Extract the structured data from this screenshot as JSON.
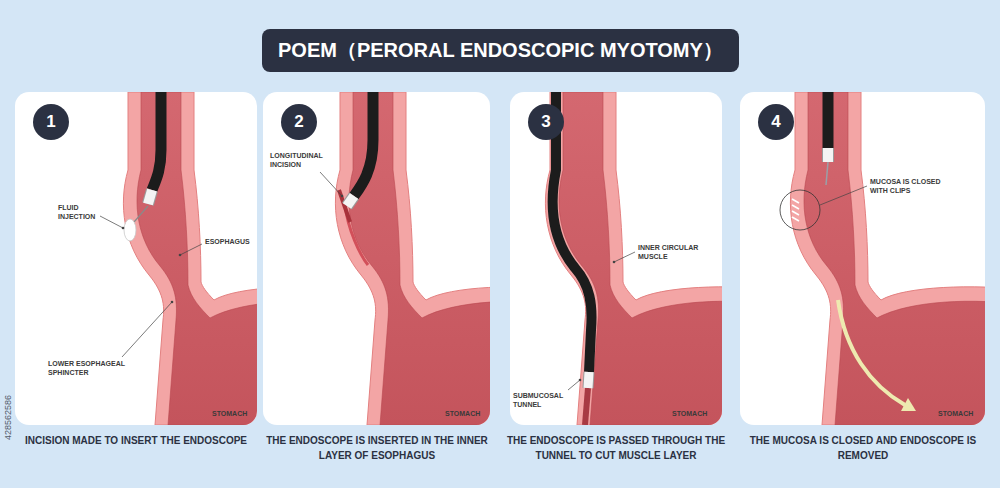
{
  "diagram": {
    "title": "POEM（PERORAL ENDOSCOPIC MYOTOMY）",
    "nodes": [
      {
        "text": [
          "INCISION MADE TO INSERT THE ENDOSCOPE"
        ]
      },
      {
        "text": [
          "1"
        ],
        "in": 0
      },
      {
        "text": [
          "THE ENDOSCOPE IS INSERTED IN THE INNER LAYER OF ESOPHAGUS"
        ]
      },
      {
        "text": [
          "2"
        ],
        "in": 2
      },
      {
        "text": [
          "THE ENDOSCOPE IS PASSED THROUGH THE TUNNEL TO CUT MUSCLE LAYER"
        ]
      },
      {
        "text": [
          "3"
        ],
        "in": 4
      },
      {
        "text": [
          "THE MUCOSA IS CLOSED AND ENDOSCOPE IS REMOVED"
        ]
      },
      {
        "text": [
          "4"
        ],
        "in": 6
      }
    ],
    "labels": [
      "FLUID INJECTION",
      "ESOPHAGUS",
      "LOWER ESOPHAGEAL SPHINCTER",
      "STOMACH",
      "LONGITUDINAL INCISION",
      "STOMACH",
      "INNER CIRCULAR MUSCLE",
      "SUBMUCOSAL TUNNEL",
      "STOMACH",
      "MUCOSA IS CLOSED WITH CLIPS",
      "STOMACH",
      "428562586"
    ]
  }
}
